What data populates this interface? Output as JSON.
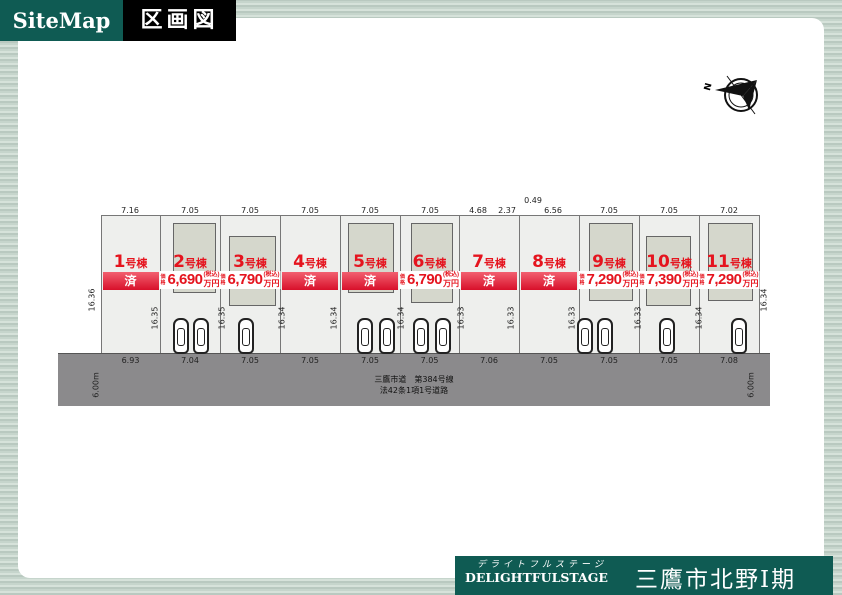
{
  "header": {
    "sitemap": "SiteMap",
    "title": "区画図"
  },
  "footer": {
    "kana": "デライトフルステージ",
    "brand": "DELIGHTFULSTAGE",
    "name": "三鷹市北野Ⅰ期"
  },
  "compass": {
    "label": "N"
  },
  "colors": {
    "accent": "#e5141e",
    "brand": "#0f5b53",
    "road": "#8b8a8c"
  },
  "road": {
    "line1": "三鷹市道　第384号線",
    "line2": "法42条1項1号道路",
    "width_left": "6.00m",
    "width_right": "6.00m"
  },
  "unit_suffix": "号棟",
  "sold_label": "済",
  "price_prefix": "価格",
  "price_tax": "(税込)",
  "price_unit": "万円",
  "lots": [
    {
      "no": "1",
      "status": "sold",
      "cars": 0
    },
    {
      "no": "2",
      "price": "6,690",
      "cars": 2
    },
    {
      "no": "3",
      "price": "6,790",
      "cars": 1
    },
    {
      "no": "4",
      "status": "sold",
      "cars": 0
    },
    {
      "no": "5",
      "status": "sold",
      "cars": 2
    },
    {
      "no": "6",
      "price": "6,790",
      "cars": 2
    },
    {
      "no": "7",
      "status": "sold",
      "cars": 0
    },
    {
      "no": "8",
      "status": "sold",
      "cars": 0
    },
    {
      "no": "9",
      "price": "7,290",
      "cars": 2
    },
    {
      "no": "10",
      "price": "7,390",
      "cars": 1
    },
    {
      "no": "11",
      "price": "7,290",
      "cars": 1
    }
  ],
  "top_dims": [
    "7.16",
    "7.05",
    "7.05",
    "7.05",
    "7.05",
    "7.05",
    "4.68",
    "2.37",
    "0.49",
    "6.56",
    "7.05",
    "7.05",
    "7.02"
  ],
  "bottom_dims": [
    "6.93",
    "7.04",
    "7.05",
    "7.05",
    "7.05",
    "7.05",
    "7.06",
    "7.05",
    "7.05",
    "7.05",
    "7.08"
  ],
  "depth_dims": [
    "16.36",
    "16.35",
    "16.35",
    "16.34",
    "16.34",
    "16.34",
    "16.33",
    "16.33",
    "16.33",
    "16.33",
    "16.34",
    "16.34"
  ]
}
